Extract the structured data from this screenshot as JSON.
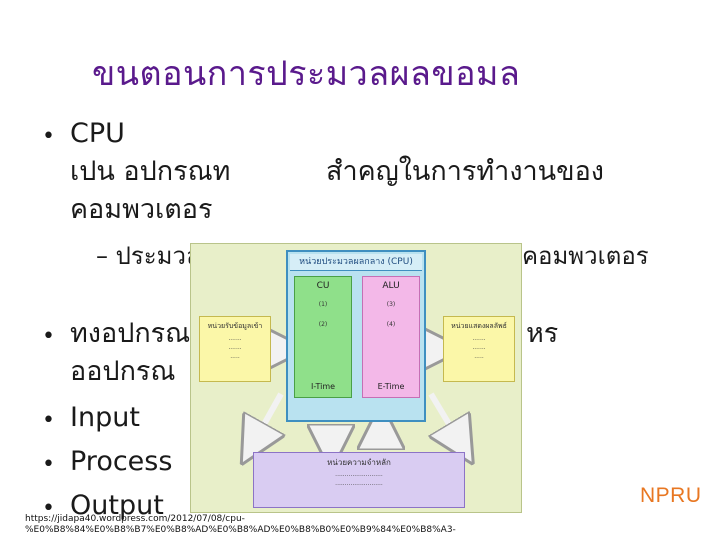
{
  "slide": {
    "title": "ขนตอนการประมวลผลขอมล",
    "cpu_label": "CPU",
    "cpu_desc_line1_a": "เปน อปกรณท",
    "cpu_desc_line1_b": "สำคญในการทำงานของ",
    "cpu_desc_line2": "คอมพวเตอร",
    "sub_prefix": "– ประมวล",
    "sub_suffix": "คอมพวเตอร",
    "line_b_prefix": "ทงอปกรณ",
    "line_b_suffix": "หร",
    "line_b2": "ออปกรณ",
    "items": [
      "Input",
      "Process",
      "Output"
    ],
    "url_line1": "https://jidapa40.wordpress.com/2012/07/08/cpu-",
    "url_line2": "%E0%B8%84%E0%B8%B7%E0%B8%AD%E0%B8%AD%E0%B8%B0%E0%B9%84%E0%B8%A3-"
  },
  "diagram": {
    "cpu_title": "หน่วยประมวลผลกลาง (CPU)",
    "cu": "CU",
    "alu": "ALU",
    "cu_step1": "(1)",
    "cu_step2": "(2)",
    "alu_step3": "(3)",
    "alu_step4": "(4)",
    "i_time": "I-Time",
    "e_time": "E-Time",
    "input_unit": "หน่วยรับข้อมูลเข้า",
    "output_unit": "หน่วยแสดงผลลัพธ์",
    "memory": "หน่วยความจำหลัก"
  },
  "logo": "NPRU",
  "colors": {
    "title": "#5a1a8c",
    "logo": "#e87722"
  }
}
